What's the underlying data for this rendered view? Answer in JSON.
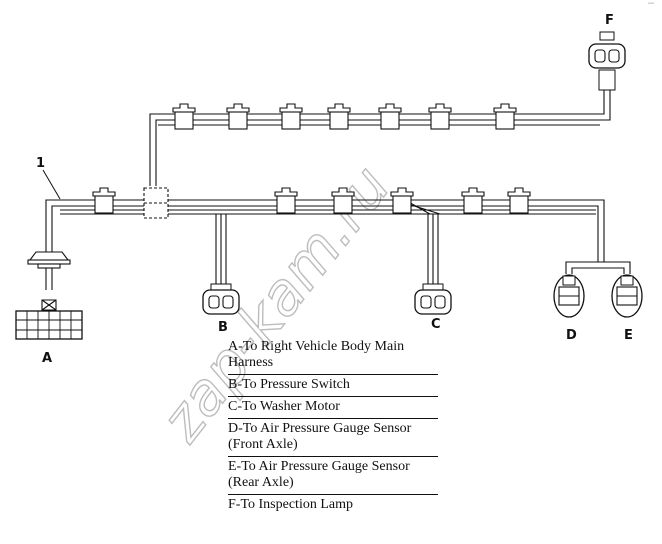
{
  "diagram": {
    "corner_mark": "°°°",
    "part_label": "1",
    "watermark": "zap-kam.ru",
    "connector_labels": {
      "a": "A",
      "b": "B",
      "c": "C",
      "d": "D",
      "e": "E",
      "f": "F"
    }
  },
  "legend": [
    "A-To Right Vehicle Body Main Harness",
    "B-To Pressure Switch",
    "C-To Washer Motor",
    "D-To Air Pressure Gauge Sensor (Front Axle)",
    "E-To Air Pressure Gauge Sensor (Rear Axle)",
    "F-To Inspection Lamp"
  ]
}
